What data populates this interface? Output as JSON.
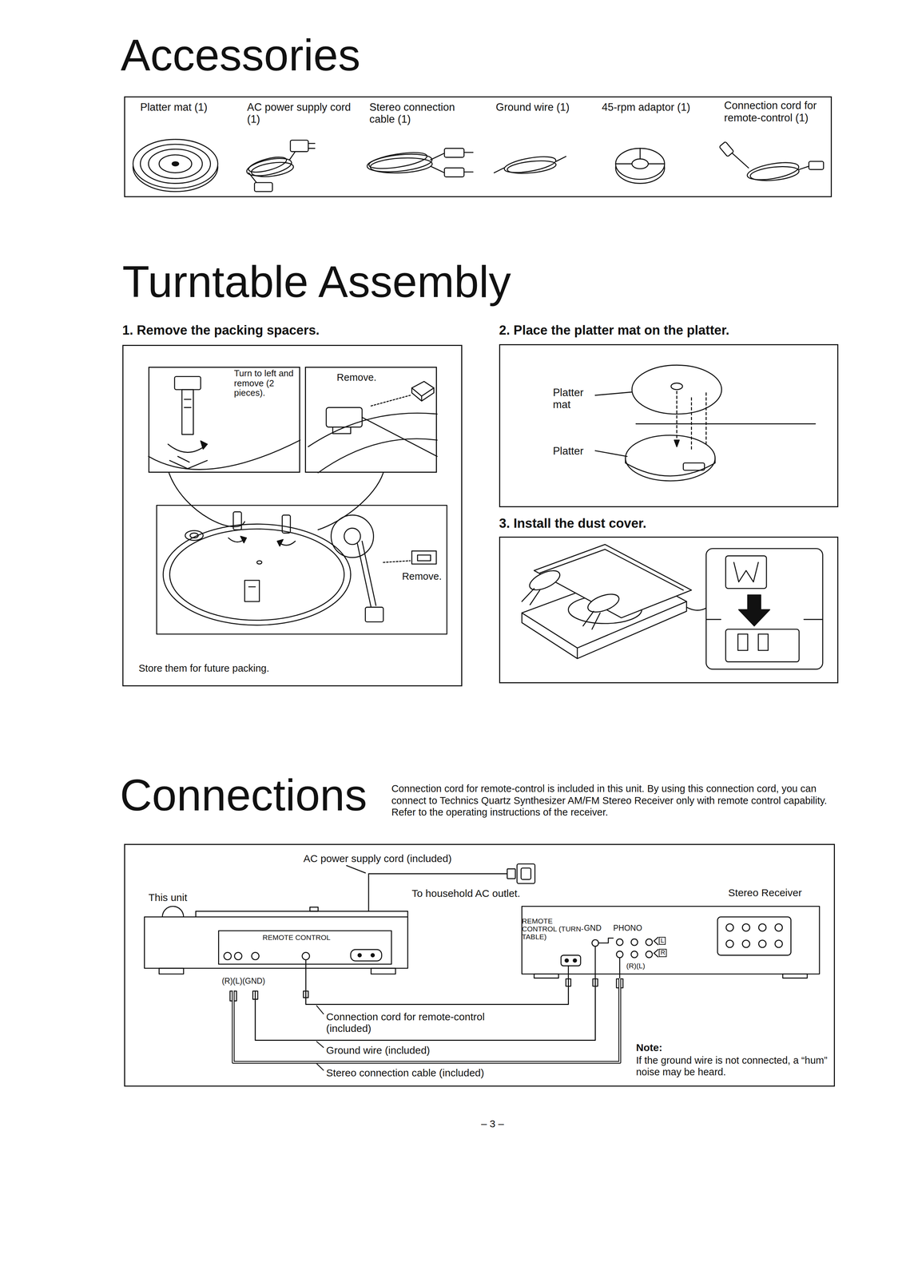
{
  "diagram": {
    "nodes": [
      {
        "text": [
          "Accessories",
          "Platter mat (1)",
          "AC power supply cord (1)",
          "Stereo connection cable (1)",
          "Ground wire (1)",
          "45-rpm adaptor (1)",
          "Connection cord for remote-control (1)"
        ]
      },
      {
        "text": [
          "1. Remove the packing spacers.",
          "Remove.",
          "Store them for future packing."
        ]
      },
      {
        "text": [
          "Turn to left and remove (2 pieces)."
        ],
        "in": 1
      },
      {
        "text": [
          "Remove."
        ],
        "in": 1
      },
      {
        "text": [
          "2. Place the platter mat on the platter.",
          "Platter mat",
          "Platter"
        ]
      },
      {
        "text": [
          "3. Install the dust cover."
        ]
      },
      {
        "text": [
          "Connections",
          "Connection cord for remote-control is included in this unit. By using this connection cord, you can connect to Technics Quartz Synthesizer AM/FM Stereo Receiver only with remote control capability. Refer to the operating instructions of the receiver.",
          "AC power supply cord (included)",
          "To household AC outlet.",
          "Note:",
          "If the ground wire is not connected, a “hum” noise may be heard."
        ]
      },
      {
        "text": [
          "This unit",
          "REMOTE CONTROL",
          "(R)(L)(GND)"
        ],
        "in": 6
      },
      {
        "text": [
          "Stereo Receiver",
          "REMOTE CONTROL (TURN-TABLE)",
          "GND",
          "PHONO",
          "L",
          "R",
          "(R)(L)"
        ],
        "in": 6
      }
    ],
    "edges": [
      {
        "from": 7,
        "to": 8,
        "label": "Connection cord for remote-control (included)",
        "arrow": "none"
      },
      {
        "from": 7,
        "to": 8,
        "label": "Ground wire (included)",
        "arrow": "none"
      },
      {
        "from": 7,
        "to": 8,
        "label": "Stereo connection cable (included)",
        "arrow": "none"
      }
    ],
    "labels": [
      "Turntable Assembly",
      "– 3 –"
    ]
  }
}
